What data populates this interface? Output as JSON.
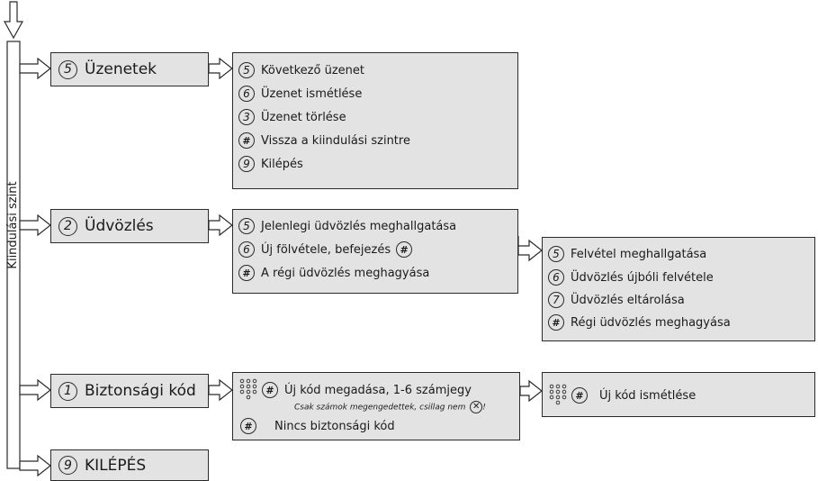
{
  "sidebar": {
    "label": "Kiindulási szint"
  },
  "main_menu": [
    {
      "key": "5",
      "label": "Üzenetek"
    },
    {
      "key": "2",
      "label": "Üdvözlés"
    },
    {
      "key": "1",
      "label": "Biztonsági kód"
    },
    {
      "key": "9",
      "label": "KILÉPÉS"
    }
  ],
  "messages_submenu": [
    {
      "key": "5",
      "label": "Következő üzenet"
    },
    {
      "key": "6",
      "label": "Üzenet ismétlése"
    },
    {
      "key": "3",
      "label": "Üzenet törlése"
    },
    {
      "key": "#",
      "label": "Vissza a kiindulási szintre"
    },
    {
      "key": "9",
      "label": "Kilépés"
    }
  ],
  "greeting_submenu": [
    {
      "key": "5",
      "label": "Jelenlegi üdvözlés meghallgatása"
    },
    {
      "key": "6",
      "label": "Új fölvétele, befejezés",
      "end_key": "#"
    },
    {
      "key": "#",
      "label": "A régi üdvözlés meghagyása"
    }
  ],
  "recording_submenu": [
    {
      "key": "5",
      "label": "Felvétel meghallgatása"
    },
    {
      "key": "6",
      "label": "Üdvözlés újbóli felvétele"
    },
    {
      "key": "7",
      "label": "Üdvözlés eltárolása"
    },
    {
      "key": "#",
      "label": "Régi üdvözlés meghagyása"
    }
  ],
  "security_submenu": {
    "new_code": {
      "key": "#",
      "label": "Új kód megadása, 1-6 számjegy"
    },
    "note": "Csak számok megengedettek, csillag nem",
    "note_end": "!",
    "no_code": {
      "key": "#",
      "label": "Nincs biztonsági kód"
    }
  },
  "repeat_code": {
    "key": "#",
    "label": "Új kód ismétlése"
  }
}
